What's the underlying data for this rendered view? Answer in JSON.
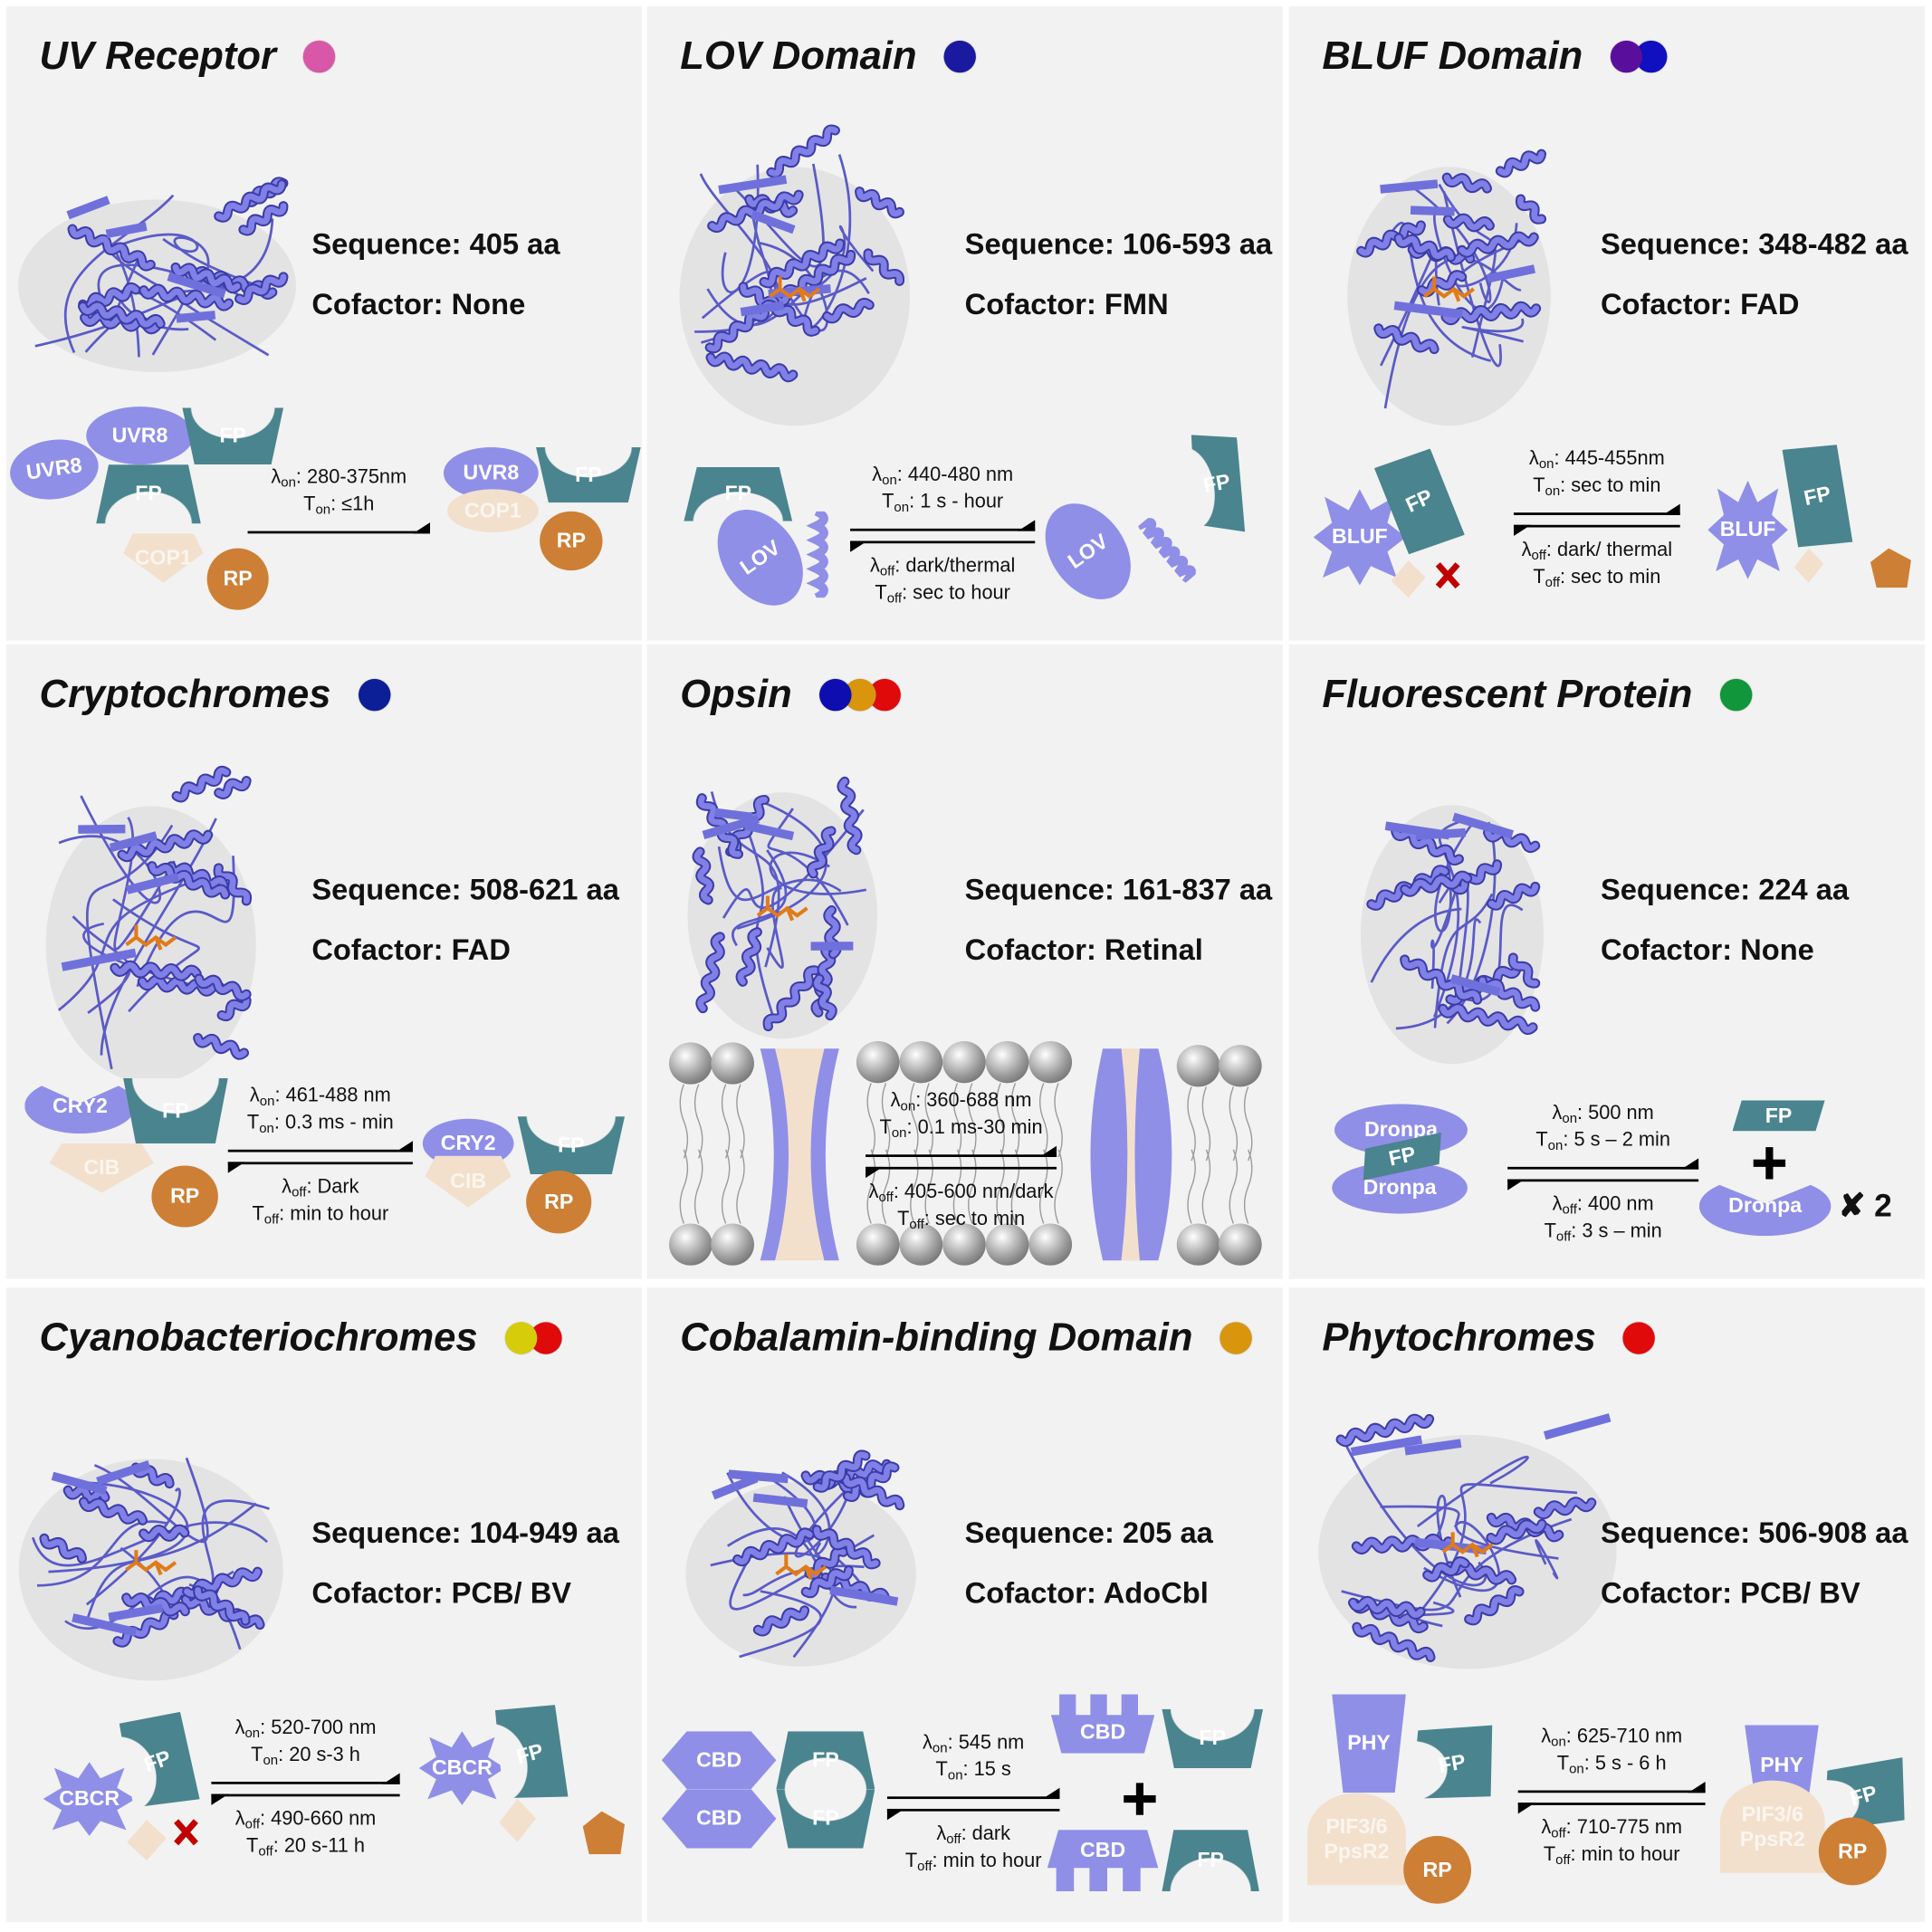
{
  "symbols": {
    "lambda": "λ",
    "T": "T",
    "on": "on",
    "off": "off"
  },
  "colors": {
    "purple": "#8f8fe8",
    "teal": "#4a848e",
    "beige": "#f2e0cd",
    "orange": "#cd7f35",
    "panel_bg": "#f2f2f2"
  },
  "panels": [
    {
      "title": "UV Receptor",
      "dots": [
        "#d957a8"
      ],
      "sequence": "Sequence: 405 aa",
      "cofactor": "Cofactor: None",
      "left": [
        "UVR8",
        "UVR8",
        "FP",
        "FP",
        "COP1",
        "RP"
      ],
      "right": [
        "UVR8",
        "COP1",
        "FP",
        "RP"
      ],
      "lambda_on": ": 280-375nm",
      "t_on": ": ≤1h",
      "lambda_off": null,
      "t_off": null
    },
    {
      "title": "LOV Domain",
      "dots": [
        "#1a1aa0"
      ],
      "sequence": "Sequence: 106-593 aa",
      "cofactor": "Cofactor: FMN",
      "left": [
        "FP",
        "LOV"
      ],
      "right": [
        "LOV",
        "FP"
      ],
      "lambda_on": ": 440-480 nm",
      "t_on": ": 1 s - hour",
      "lambda_off": ": dark/thermal",
      "t_off": ": sec to hour"
    },
    {
      "title": "BLUF Domain",
      "dots": [
        "#5a0f9c",
        "#1010c0"
      ],
      "sequence": "Sequence: 348-482 aa",
      "cofactor": "Cofactor: FAD",
      "left": [
        "BLUF",
        "FP"
      ],
      "right": [
        "BLUF",
        "FP"
      ],
      "lambda_on": ": 445-455nm",
      "t_on": ": sec to min",
      "lambda_off": ": dark/ thermal",
      "t_off": ": sec to min"
    },
    {
      "title": "Cryptochromes",
      "dots": [
        "#0d1f96"
      ],
      "sequence": "Sequence: 508-621 aa",
      "cofactor": "Cofactor: FAD",
      "left": [
        "CRY2",
        "FP",
        "CIB",
        "RP"
      ],
      "right": [
        "CRY2",
        "CIB",
        "FP",
        "RP"
      ],
      "lambda_on": ": 461-488 nm",
      "t_on": ": 0.3 ms - min",
      "lambda_off": ": Dark",
      "t_off": ": min to hour"
    },
    {
      "title": "Opsin",
      "dots": [
        "#0d0db0",
        "#d9960d",
        "#e00a0a"
      ],
      "sequence": "Sequence: 161-837 aa",
      "cofactor": "Cofactor: Retinal",
      "left": [],
      "right": [],
      "lambda_on": ": 360-688 nm",
      "t_on": ": 0.1 ms-30 min",
      "lambda_off": ": 405-600 nm/dark",
      "t_off": ": sec to min"
    },
    {
      "title": "Fluorescent Protein",
      "dots": [
        "#12963c"
      ],
      "sequence": "Sequence: 224 aa",
      "cofactor": "Cofactor: None",
      "left": [
        "Dronpa",
        "FP",
        "Dronpa"
      ],
      "right": [
        "FP",
        "Dronpa"
      ],
      "multiplier": "✘ 2",
      "lambda_on": ": 500 nm",
      "t_on": ": 5 s – 2 min",
      "lambda_off": ": 400 nm",
      "t_off": ": 3 s – min"
    },
    {
      "title": "Cyanobacteriochromes",
      "dots": [
        "#d6cc0a",
        "#e00a0a"
      ],
      "sequence": "Sequence: 104-949 aa",
      "cofactor": "Cofactor: PCB/ BV",
      "left": [
        "CBCR",
        "FP"
      ],
      "right": [
        "CBCR",
        "FP"
      ],
      "lambda_on": ": 520-700 nm",
      "t_on": ": 20 s-3 h",
      "lambda_off": ": 490-660 nm",
      "t_off": ": 20 s-11 h"
    },
    {
      "title": "Cobalamin-binding Domain",
      "dots": [
        "#d9960d"
      ],
      "sequence": "Sequence: 205 aa",
      "cofactor": "Cofactor: AdoCbl",
      "left": [
        "CBD",
        "CBD",
        "FP",
        "FP"
      ],
      "right": [
        "CBD",
        "FP",
        "CBD",
        "FP"
      ],
      "lambda_on": ": 545 nm",
      "t_on": ": 15 s",
      "lambda_off": ": dark",
      "t_off": ": min to hour"
    },
    {
      "title": "Phytochromes",
      "dots": [
        "#e00a0a"
      ],
      "sequence": "Sequence: 506-908 aa",
      "cofactor": "Cofactor: PCB/ BV",
      "left": [
        "PHY",
        "FP",
        "PIF3/6\nPpsR2",
        "RP"
      ],
      "right": [
        "PHY",
        "FP",
        "PIF3/6\nPpsR2",
        "RP"
      ],
      "lambda_on": ": 625-710 nm",
      "t_on": ": 5 s - 6 h",
      "lambda_off": ": 710-775 nm",
      "t_off": ": min to hour"
    }
  ]
}
